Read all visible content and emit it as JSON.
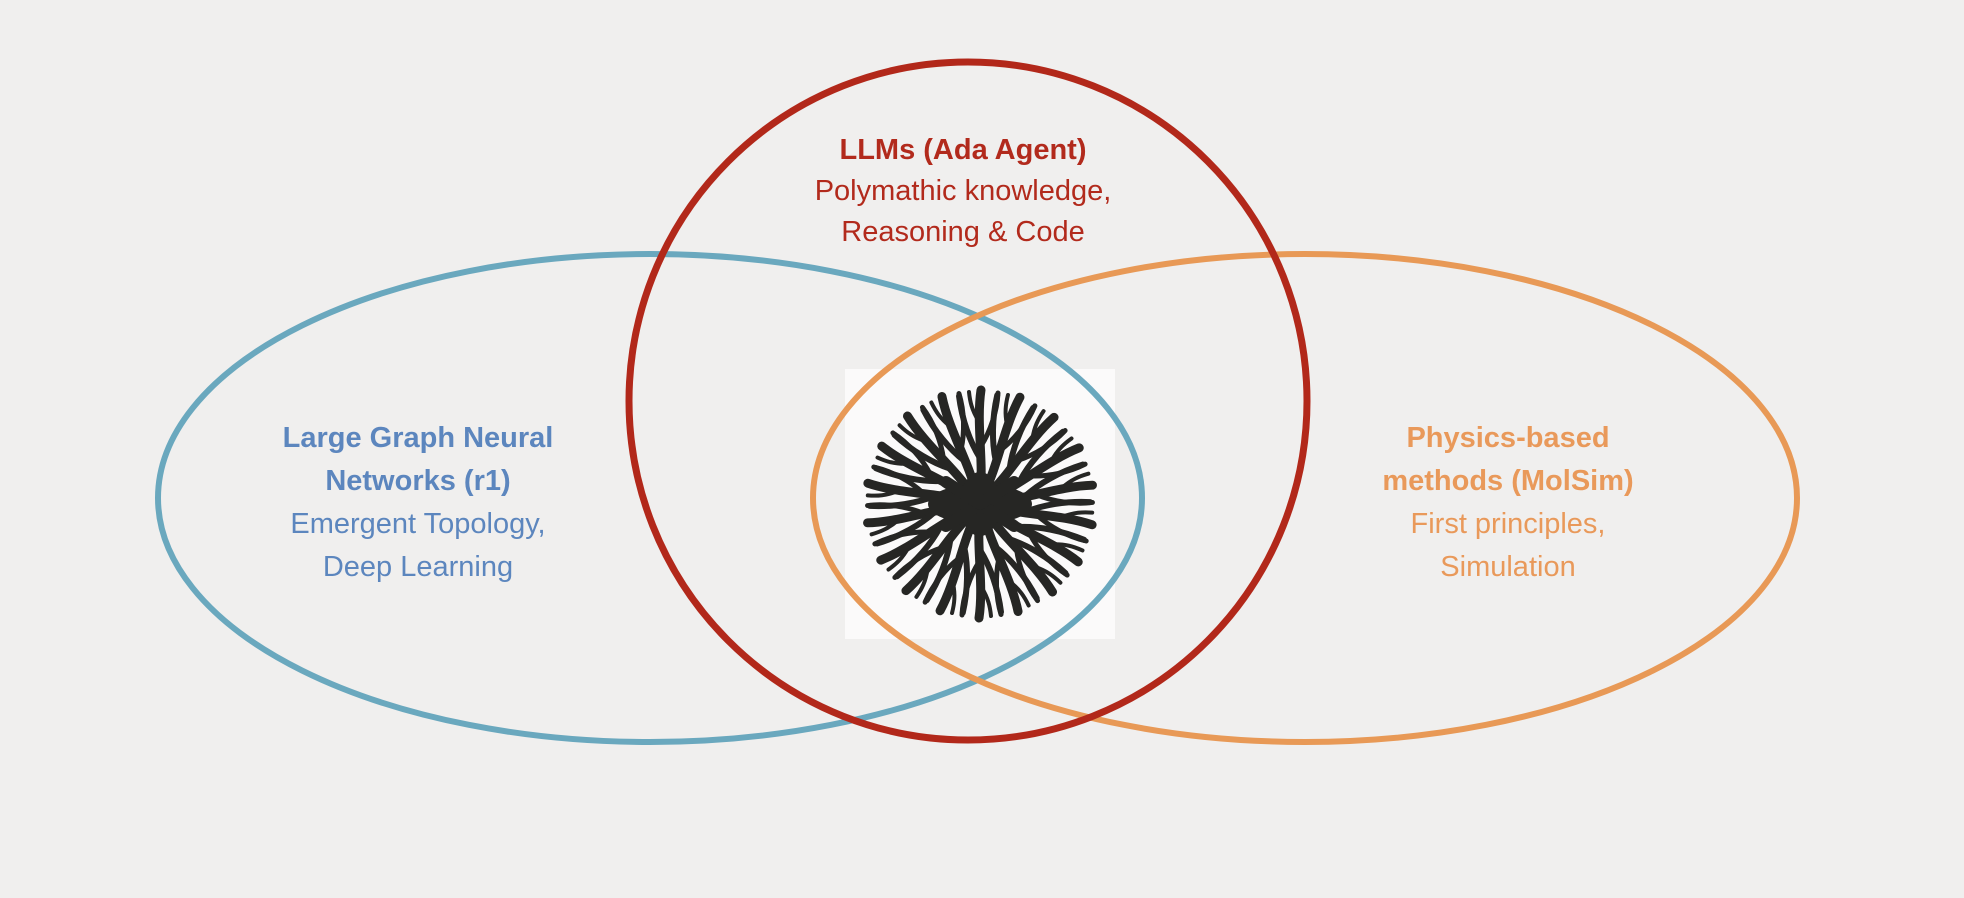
{
  "page": {
    "background_color": "#f0efee"
  },
  "venn": {
    "sets": [
      {
        "id": "gnn",
        "name": "Large Graph Neural Networks (r1)",
        "title_line1": "Large Graph Neural",
        "title_line2": "Networks (r1)",
        "subtitle_line1": "Emergent Topology,",
        "subtitle_line2": "Deep Learning",
        "text_color": "#5c86be",
        "outline_color": "#6aa8be"
      },
      {
        "id": "llm",
        "name": "LLMs (Ada Agent)",
        "title_line1": "LLMs (Ada Agent)",
        "subtitle_line1": "Polymathic knowledge,",
        "subtitle_line2": "Reasoning & Code",
        "text_color": "#b22a1c",
        "outline_color": "#b2281a"
      },
      {
        "id": "molsim",
        "name": "Physics-based methods (MolSim)",
        "title_line1": "Physics-based",
        "title_line2": "methods (MolSim)",
        "subtitle_line1": "First principles,",
        "subtitle_line2": "Simulation",
        "text_color": "#e9995a",
        "outline_color": "#e89956"
      }
    ],
    "center_image": {
      "description": "dendritic-radial-pattern",
      "background": "#fbfafa",
      "ink": "#262624"
    }
  }
}
